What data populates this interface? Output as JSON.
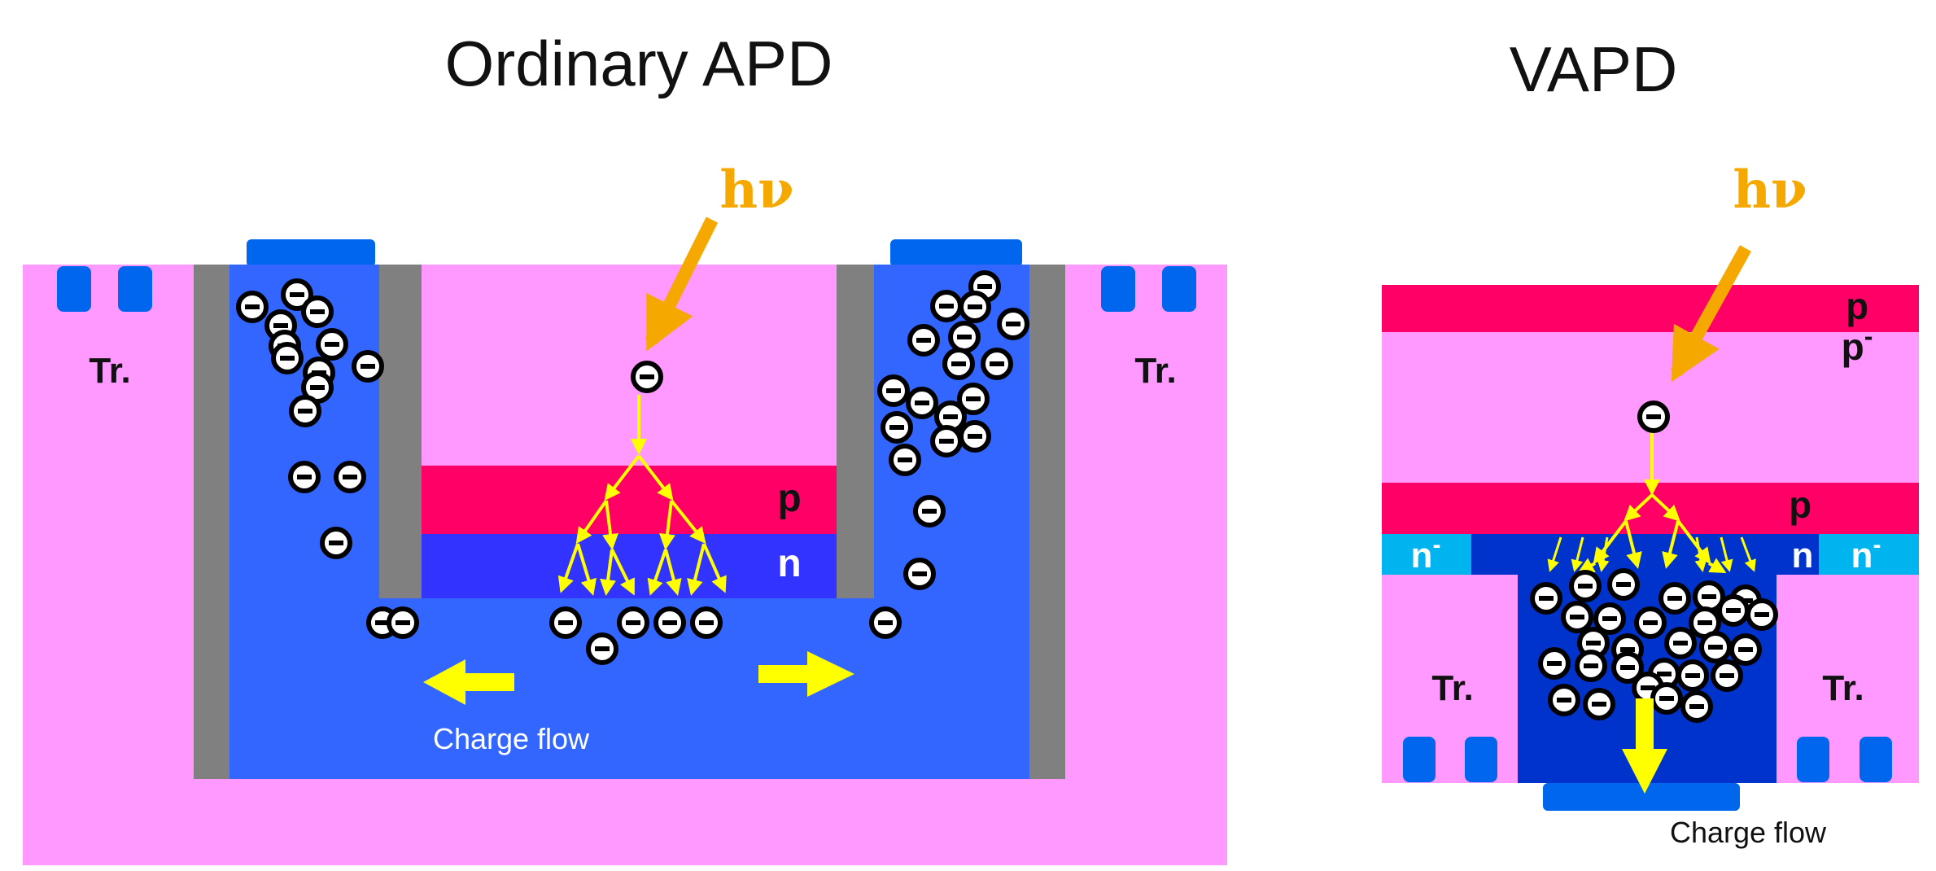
{
  "titles": {
    "left": "Ordinary APD",
    "right": "VAPD"
  },
  "photon_label": "hν",
  "labels": {
    "left_tr_left": "Tr.",
    "left_tr_right": "Tr.",
    "left_p": "p",
    "left_n": "n",
    "left_flow": "Charge flow",
    "right_p_top": "p",
    "right_p_minus": "p",
    "right_p_minus_sup": "-",
    "right_p_mid": "p",
    "right_n_minus_left": "n",
    "right_n_minus_right": "n",
    "right_minus_sup": "-",
    "right_n": "n",
    "right_tr_left": "Tr.",
    "right_tr_right": "Tr.",
    "right_flow": "Charge flow"
  },
  "electron_symbol": "−",
  "colors": {
    "substrate": "#ff99ff",
    "p_layer": "#ff0066",
    "n_layer": "#3333ff",
    "well": "#3366ff",
    "deep_n": "#0033cc",
    "n_minus": "#00b4f0",
    "wall": "#808080",
    "contact": "#0066ee",
    "photon_arrow": "#f5a800",
    "avalanche": "#ffff00"
  }
}
